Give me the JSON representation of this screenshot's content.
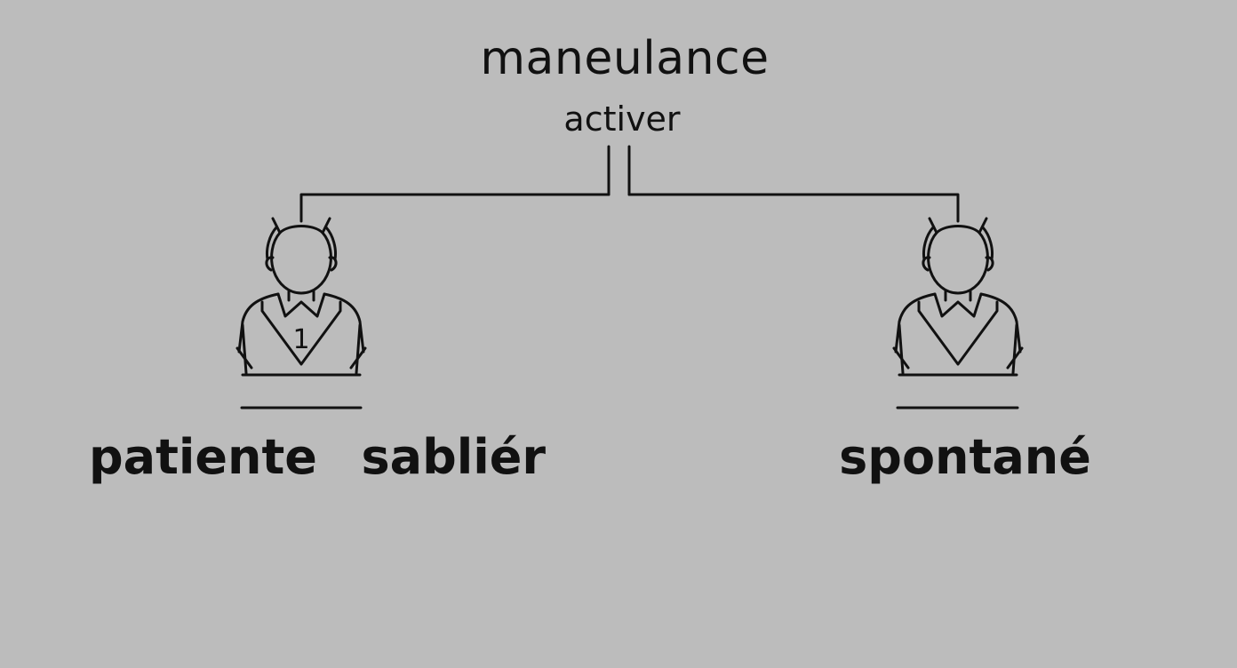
{
  "diagram": {
    "root": {
      "title": "maneulance",
      "subtitle": "activer"
    },
    "nodes": [
      {
        "id": "left",
        "label": "patiente  sabliér",
        "badge": "1"
      },
      {
        "id": "right",
        "label": "spontané"
      }
    ],
    "colors": {
      "background": "#bcbcbc",
      "ink": "#111111"
    },
    "icons": [
      "person-icon",
      "person-icon"
    ]
  }
}
